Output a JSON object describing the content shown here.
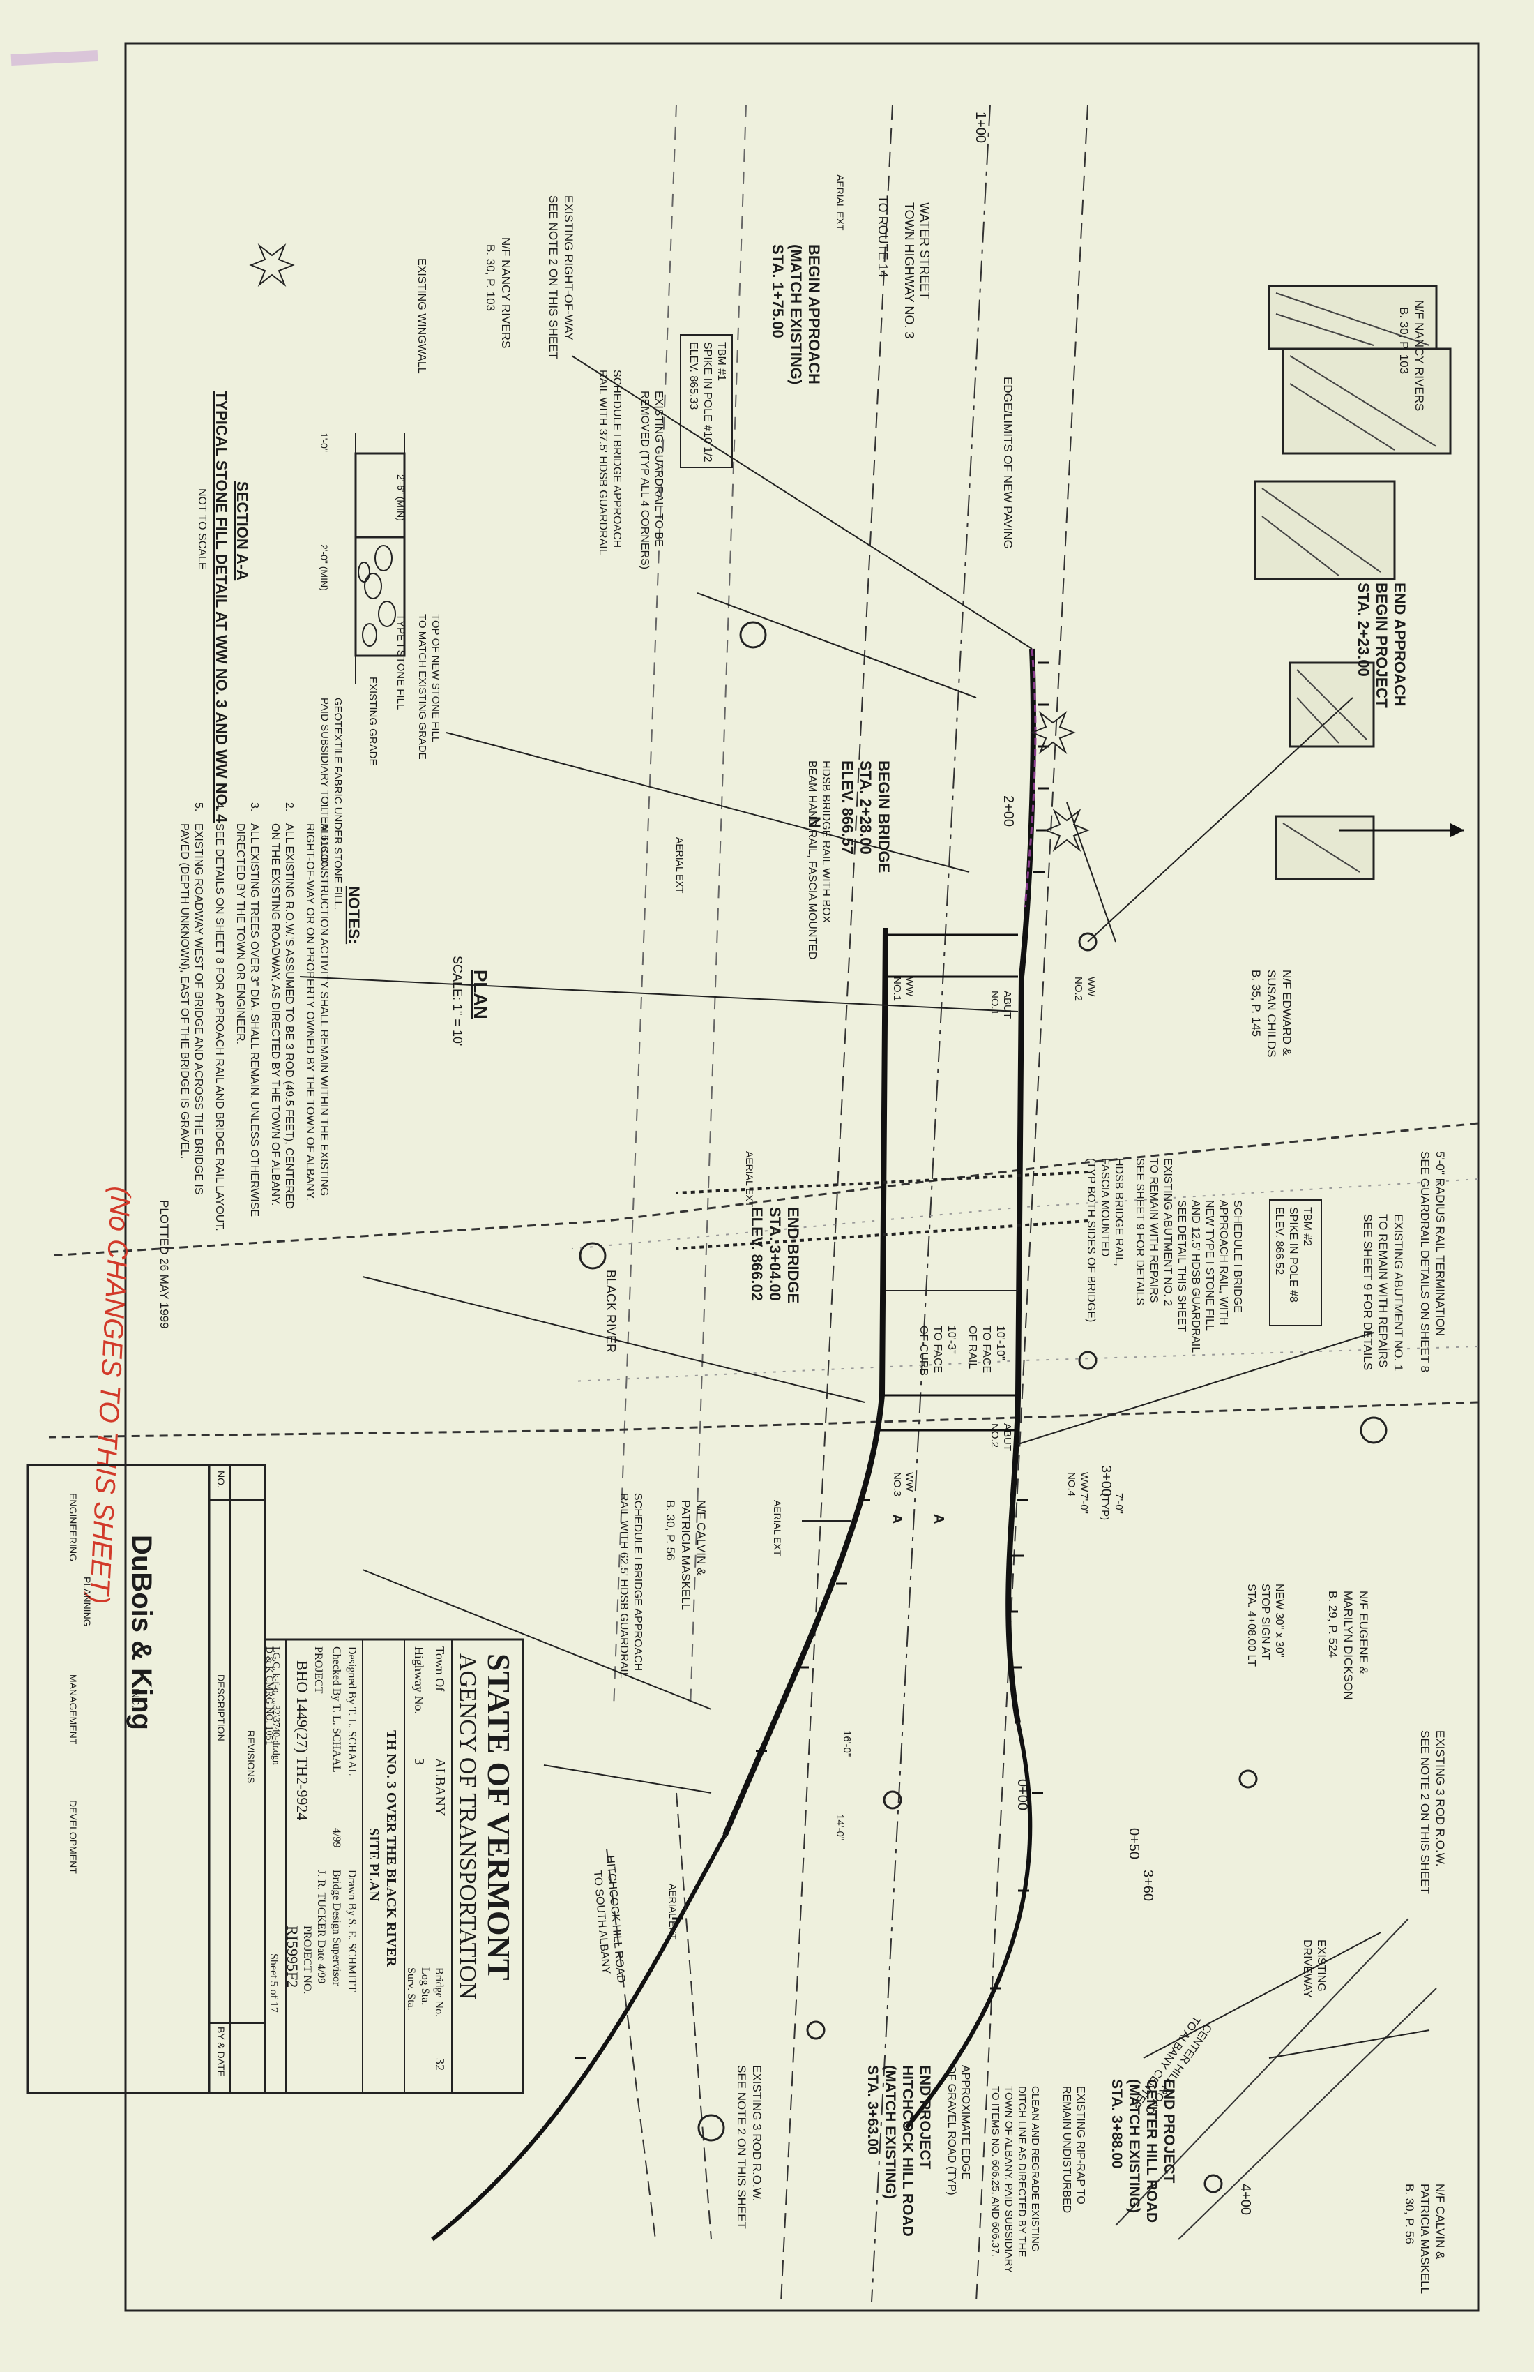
{
  "title_block": {
    "agency_line1": "STATE OF VERMONT",
    "agency_line2": "AGENCY OF TRANSPORTATION",
    "town_label": "Town Of",
    "town": "ALBANY",
    "bridge_no_label": "Bridge No.",
    "bridge_no": "32",
    "highway_label": "Highway No.",
    "highway_no": "3",
    "log_sta_label": "Log Sta.",
    "surv_sta_label": "Surv. Sta.",
    "project_title": "TH NO. 3 OVER THE BLACK RIVER",
    "sheet_title": "SITE PLAN",
    "designed_by": "Designed By   T. L. SCHAAL",
    "drawn_by": "Drawn By   S. E. SCHMITT",
    "checked_by": "Checked By   T. L. SCHAAL",
    "checked_date": "4/99",
    "bridge_supervisor": "Bridge Design Supervisor",
    "supervisor_name": "J. R. TUCKER   Date   4/99",
    "project_label": "PROJECT",
    "project_name": "BHO 1449(27)  TH2-9924",
    "project_no_label": "PROJECT NO.",
    "project_no": "RI5995F2",
    "lgc_line": "LG.C. k-f-o.   ...32\\3740-dr.dgn",
    "dk_line": "D & K CMRG NO.   1051",
    "sheet_info": "Sheet   5   of   17",
    "revisions_label": "REVISIONS",
    "rev_no_label": "NO.",
    "rev_desc_label": "DESCRIPTION",
    "rev_by_label": "BY & DATE",
    "firm_name": "DuBois & King",
    "firm_inc": "INC.",
    "firm_services": [
      "ENGINEERING",
      "PLANNING",
      "MANAGEMENT",
      "DEVELOPMENT"
    ]
  },
  "plan": {
    "title": "PLAN",
    "scale": "SCALE: 1\" = 10'",
    "north": "N",
    "river_label": "BLACK RIVER"
  },
  "callouts": {
    "end_approach": [
      "END APPROACH",
      "BEGIN PROJECT",
      "STA. 2+23.00"
    ],
    "begin_approach": [
      "BEGIN APPROACH",
      "(MATCH EXISTING)",
      "STA. 1+75.00"
    ],
    "begin_bridge": [
      "BEGIN BRIDGE",
      "STA. 2+28.00",
      "ELEV. 866.57"
    ],
    "end_bridge": [
      "END BRIDGE",
      "STA. 3+04.00",
      "ELEV. 866.02"
    ],
    "end_project_center": [
      "END PROJECT",
      "CENTER HILL ROAD",
      "(MATCH EXISTING)",
      "STA. 3+88.00"
    ],
    "end_project_hitchcock": [
      "END PROJECT",
      "HITCHCOCK HILL ROAD",
      "(MATCH EXISTING)",
      "STA. 3+63.00"
    ],
    "tbm1": [
      "TBM #1",
      "SPIKE IN POLE #10 1/2",
      "ELEV. 865.33"
    ],
    "tbm2": [
      "TBM #2",
      "SPIKE IN POLE #8",
      "ELEV. 866.52"
    ],
    "water_street": [
      "WATER STREET",
      "TOWN HIGHWAY NO. 3"
    ],
    "to_route14": "TO ROUTE 14",
    "nf_rivers": [
      "N/F NANCY RIVERS",
      "B. 30, P. 103"
    ],
    "nf_childs": [
      "N/F EDWARD &",
      "SUSAN CHILDS",
      "B. 35, P. 145"
    ],
    "nf_maskell_top": [
      "N/F CALVIN &",
      "PATRICIA MASKELL",
      "B. 30, P. 56"
    ],
    "nf_maskell_low": [
      "N/F CALVIN &",
      "PATRICIA MASKELL",
      "B. 30, P. 56"
    ],
    "nf_dickson": [
      "N/F EUGENE &",
      "MARILYN DICKSON",
      "B. 29, P. 524"
    ],
    "existing_row": [
      "EXISTING RIGHT-OF-WAY",
      "SEE NOTE 2 ON THIS SHEET"
    ],
    "existing_wingwall": "EXISTING WINGWALL",
    "existing_guardrail": [
      "EXISTING GUARDRAIL TO BE",
      "REMOVED (TYP ALL 4 CORNERS)"
    ],
    "schedule_rail": [
      "SCHEDULE I BRIDGE APPROACH",
      "RAIL WITH 37.5' HDSB GUARDRAIL"
    ],
    "hdsb_rail": [
      "HDSB BRIDGE RAIL WITH BOX",
      "BEAM HAND RAIL, FASCIA MOUNTED"
    ],
    "edge_paving": "EDGE/LIMITS OF NEW PAVING",
    "top_stone": [
      "TOP OF NEW STONE FILL",
      "TO MATCH EXISTING GRADE"
    ],
    "type_stone": "TYPE I STONE FILL",
    "existing_grade": "EXISTING GRADE",
    "geotextile": [
      "GEOTEXTILE FABRIC UNDER STONE FILL.",
      "PAID SUBSIDIARY TO ITEM 613.10"
    ],
    "radius_rail": [
      "5'-0\" RADIUS RAIL TERMINATION",
      "SEE GUARDRAIL DETAILS ON SHEET 8"
    ],
    "abut1_remain": [
      "EXISTING ABUTMENT NO. 1",
      "TO REMAIN WITH REPAIRS",
      "SEE SHEET 9 FOR DETAILS"
    ],
    "schedule_rail_new": [
      "SCHEDULE I BRIDGE",
      "APPROACH RAIL, WITH",
      "NEW TYPE I STONE FILL",
      "AND 12.5' HDSB GUARDRAIL",
      "SEE DETAIL THIS SHEET"
    ],
    "abut2_remain": [
      "EXISTING ABUTMENT NO. 2",
      "TO REMAIN WITH REPAIRS",
      "SEE SHEET 9 FOR DETAILS"
    ],
    "hdsb_fascia": [
      "HDSB BRIDGE RAIL,",
      "FASCIA MOUNTED",
      "(TYP BOTH SIDES OF BRIDGE)"
    ],
    "schedule_rail_62": [
      "SCHEDULE I BRIDGE APPROACH",
      "RAIL WITH 62.5' HDSB GUARDRAIL"
    ],
    "existing_3rod_top": [
      "EXISTING 3 ROD R.O.W.",
      "SEE NOTE 2 ON THIS SHEET"
    ],
    "existing_3rod_low": [
      "EXISTING 3 ROD R.O.W.",
      "SEE NOTE 2 ON THIS SHEET"
    ],
    "stop_sign": [
      "NEW 30\" x 30\"",
      "STOP SIGN AT",
      "STA. 4+08.00 LT"
    ],
    "existing_driveway": [
      "EXISTING",
      "DRIVEWAY"
    ],
    "center_hill_road": [
      "CENTER HILL ROAD",
      "TO ALBANY CENTER"
    ],
    "hitchcock_road": [
      "HITCHCOCK HILL ROAD",
      "TO SOUTH ALBANY"
    ],
    "existing_riprap": [
      "EXISTING RIP-RAP TO",
      "REMAIN UNDISTURBED"
    ],
    "clean_ditch": [
      "CLEAN AND REGRADE EXISTING",
      "DITCH LINE AS DIRECTED BY THE",
      "TOWN OF ALBANY. PAID SUBSIDIARY",
      "TO ITEMS NO. 606.25, AND 606.37."
    ],
    "approx_edge": [
      "APPROXIMATE EDGE",
      "OF GRAVEL ROAD (TYP)"
    ],
    "face_curb": [
      "10'-3\"",
      "TO FACE",
      "OF CURB"
    ],
    "face_rail": [
      "10'-10\"",
      "TO FACE",
      "OF RAIL"
    ],
    "aerial_label": "AERIAL EXT",
    "abut1": [
      "ABUT",
      "NO.1"
    ],
    "abut2": [
      "ABUT",
      "NO.2"
    ],
    "ww1": [
      "WW",
      "NO.1"
    ],
    "ww2": [
      "WW",
      "NO.2"
    ],
    "ww3": [
      "WW",
      "NO.3"
    ],
    "ww4": [
      "WW",
      "NO.4"
    ],
    "dim_7_0a": "7'-0\"",
    "dim_7_0b": "7'-0\"",
    "dim_typ": "(TYP)",
    "dim_16": "16'-0\"",
    "dim_14": "14'-0\"",
    "section_mark": "A",
    "stations": [
      "1+00",
      "2+00",
      "3+00",
      "3+60",
      "0+00",
      "0+50",
      "4+00"
    ]
  },
  "section_detail": {
    "title": "SECTION A-A",
    "subtitle": "TYPICAL STONE FILL DETAIL AT WW NO. 3 AND WW NO. 4",
    "note": "NOT TO SCALE",
    "dim_top": "2'-6\" (MIN)",
    "dim_left": "1'-0\"",
    "dim_right": "2'-0\" (MIN)"
  },
  "notes": {
    "heading": "NOTES:",
    "items": [
      [
        "1.",
        "ALL CONSTRUCTION ACTIVITY SHALL REMAIN WITHIN THE EXISTING",
        "RIGHT-OF-WAY OR ON PROPERTY OWNED BY THE TOWN OF ALBANY."
      ],
      [
        "2.",
        "ALL EXISTING R.O.W.'S ASSUMED TO BE 3 ROD (49.5 FEET), CENTERED",
        "ON THE EXISTING ROADWAY, AS DIRECTED BY THE TOWN OF ALBANY."
      ],
      [
        "3.",
        "ALL EXISTING TREES OVER 3\" DIA. SHALL REMAIN, UNLESS OTHERWISE",
        "DIRECTED BY THE TOWN OR ENGINEER."
      ],
      [
        "4.",
        "SEE DETAILS ON SHEET 8 FOR APPROACH RAIL AND BRIDGE RAIL LAYOUT.",
        ""
      ],
      [
        "5.",
        "EXISTING ROADWAY WEST OF BRIDGE AND ACROSS THE BRIDGE IS",
        "PAVED (DEPTH UNKNOWN), EAST OF THE BRIDGE IS GRAVEL."
      ]
    ],
    "plotted": "PLOTTED 26 MAY 1999"
  },
  "annotation": "(No CHANGES TO THIS SHEET)",
  "colors": {
    "paper": "#eef0dd",
    "ink": "#1c1c1c",
    "annotation": "#d23a2a",
    "purple": "#8a3c8e"
  }
}
